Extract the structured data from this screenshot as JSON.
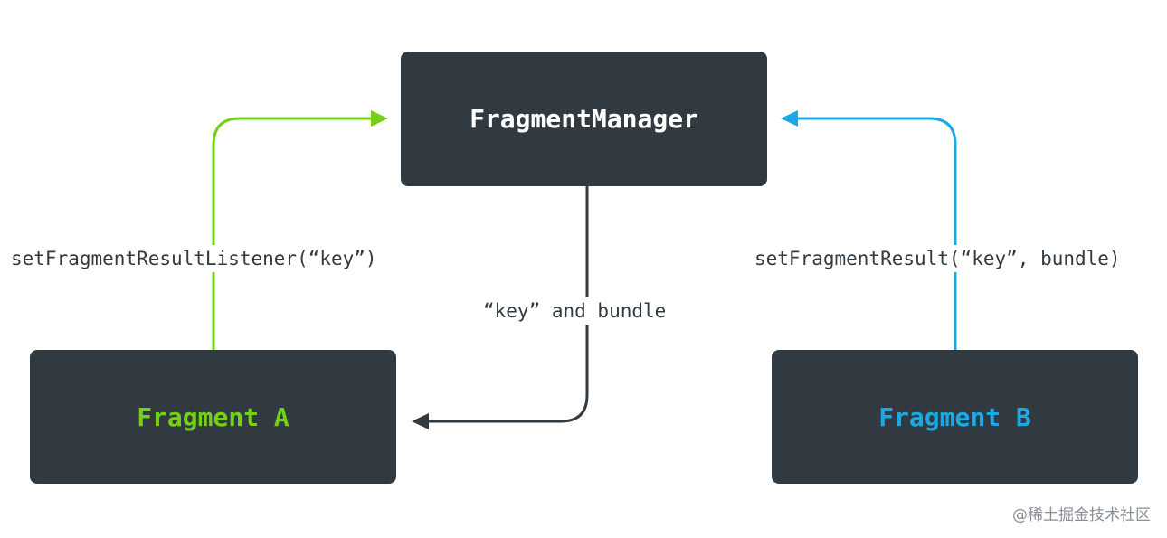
{
  "nodes": {
    "manager": {
      "label": "FragmentManager"
    },
    "fragment_a": {
      "label": "Fragment A"
    },
    "fragment_b": {
      "label": "Fragment B"
    }
  },
  "edges": {
    "a_to_manager": {
      "label": "setFragmentResultListener(“key”)",
      "color": "#74d114"
    },
    "b_to_manager": {
      "label": "setFragmentResult(“key”, bundle)",
      "color": "#1aa9e6"
    },
    "manager_to_a": {
      "label": "“key” and bundle",
      "color": "#323a41"
    }
  },
  "colors": {
    "box_background": "#323a41",
    "manager_text": "#ffffff",
    "fragment_a_text": "#74d114",
    "fragment_b_text": "#1aa9e6"
  },
  "watermark": "@稀土掘金技术社区"
}
